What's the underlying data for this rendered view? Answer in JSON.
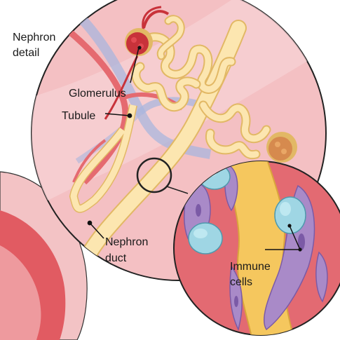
{
  "labels": {
    "nephron_detail_line1": "Nephron",
    "nephron_detail_line2": "detail",
    "glomerulus": "Glomerulus",
    "tubule": "Tubule",
    "nephron_duct_line1": "Nephron",
    "nephron_duct_line2": "duct",
    "immune_cells_line1": "Immune",
    "immune_cells_line2": "cells"
  },
  "colors": {
    "tissue_pink": "#f2b9bd",
    "tissue_light": "#f7cfd1",
    "tubule_fill": "#fce6b0",
    "tubule_stroke": "#e2b865",
    "artery_red": "#d9333f",
    "vein_blue": "#a9b8de",
    "glomerulus_red": "#c8323a",
    "immune_cell": "#9fd6e4",
    "immune_nucleus": "#6fb8cc",
    "macrophage_purple": "#a98ac8",
    "macrophage_dark": "#7b5aa6",
    "duct_yellow": "#f5c75e",
    "zoom_bg": "#e36a72",
    "kidney_red": "#d9444c",
    "kidney_light": "#f1a4a7"
  }
}
